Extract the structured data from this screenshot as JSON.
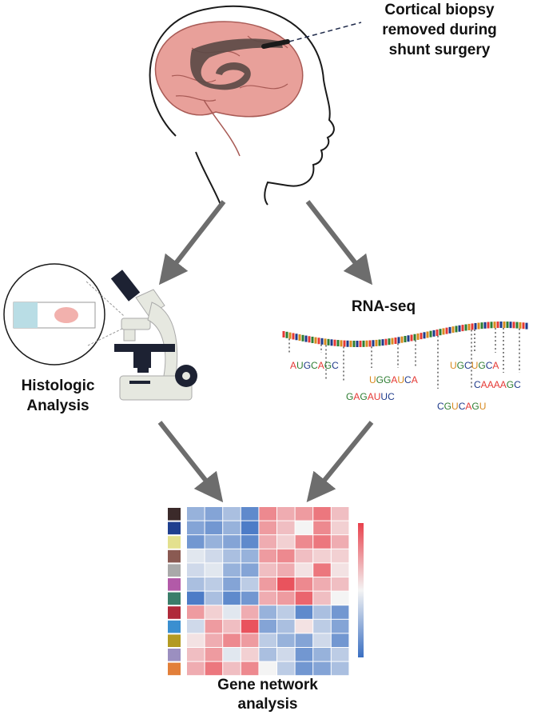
{
  "labels": {
    "biopsy": [
      "Cortical biopsy",
      "removed during",
      "shunt surgery"
    ],
    "histology": [
      "Histologic",
      "Analysis"
    ],
    "rnaseq": "RNA-seq",
    "gene_network": [
      "Gene network",
      "analysis"
    ]
  },
  "rna_fragments": [
    {
      "text": "AUGCAGC",
      "colors": [
        "#e53935",
        "#2e7d32",
        "#1e3a8a",
        "#2e7d32",
        "#e53935",
        "#2e7d32",
        "#1e3a8a"
      ]
    },
    {
      "text": "GAGAUUC",
      "colors": [
        "#2e7d32",
        "#e53935",
        "#2e7d32",
        "#e53935",
        "#e53935",
        "#1e3a8a",
        "#1e3a8a"
      ]
    },
    {
      "text": "UGGAUCA",
      "colors": [
        "#d88a1f",
        "#2e7d32",
        "#2e7d32",
        "#e53935",
        "#d88a1f",
        "#1e3a8a",
        "#e53935"
      ]
    },
    {
      "text": "CGUCAGU",
      "colors": [
        "#1e3a8a",
        "#2e7d32",
        "#d88a1f",
        "#1e3a8a",
        "#e53935",
        "#2e7d32",
        "#d88a1f"
      ]
    },
    {
      "text": "UGCUGCA",
      "colors": [
        "#d88a1f",
        "#2e7d32",
        "#1e3a8a",
        "#d88a1f",
        "#2e7d32",
        "#1e3a8a",
        "#e53935"
      ]
    },
    {
      "text": "CAAAAGC",
      "colors": [
        "#1e3a8a",
        "#e53935",
        "#e53935",
        "#e53935",
        "#e53935",
        "#2e7d32",
        "#1e3a8a"
      ]
    }
  ],
  "heatmap": {
    "row_group_colors": [
      "#3b2a2a",
      "#1f3f8f",
      "#e3e08e",
      "#8a5a52",
      "#a9a9a9",
      "#b25aa8",
      "#3b7d6a",
      "#b02a3a",
      "#3a8fd0",
      "#b39a22",
      "#9b8fc0",
      "#e27f3a"
    ],
    "values": [
      [
        -0.5,
        -0.6,
        -0.4,
        -0.8,
        0.6,
        0.4,
        0.5,
        0.7,
        0.3
      ],
      [
        -0.6,
        -0.7,
        -0.5,
        -0.9,
        0.5,
        0.3,
        0.0,
        0.6,
        0.2
      ],
      [
        -0.7,
        -0.5,
        -0.6,
        -0.8,
        0.4,
        0.2,
        0.6,
        0.7,
        0.4
      ],
      [
        -0.1,
        -0.2,
        -0.4,
        -0.5,
        0.5,
        0.6,
        0.3,
        0.2,
        0.2
      ],
      [
        -0.2,
        -0.1,
        -0.5,
        -0.6,
        0.3,
        0.4,
        0.1,
        0.7,
        0.1
      ],
      [
        -0.4,
        -0.3,
        -0.6,
        -0.3,
        0.5,
        0.9,
        0.6,
        0.4,
        0.3
      ],
      [
        -0.9,
        -0.4,
        -0.8,
        -0.7,
        0.4,
        0.5,
        0.8,
        0.3,
        0.0
      ],
      [
        0.5,
        0.2,
        -0.1,
        0.4,
        -0.5,
        -0.3,
        -0.8,
        -0.4,
        -0.7
      ],
      [
        -0.2,
        0.5,
        0.3,
        0.9,
        -0.6,
        -0.4,
        0.1,
        -0.3,
        -0.6
      ],
      [
        0.1,
        0.4,
        0.6,
        0.5,
        -0.3,
        -0.5,
        -0.6,
        -0.2,
        -0.7
      ],
      [
        0.3,
        0.5,
        -0.1,
        0.2,
        -0.4,
        -0.2,
        -0.7,
        -0.5,
        -0.3
      ],
      [
        0.4,
        0.7,
        0.3,
        0.6,
        0.0,
        -0.3,
        -0.7,
        -0.6,
        -0.4
      ]
    ],
    "colorbar": {
      "high": "#e8414c",
      "mid": "#f4f4f4",
      "low": "#3a6fc2"
    }
  },
  "colors": {
    "arrow": "#6d6d6d",
    "brain": "#e8a09a",
    "ventricle": "#5c4a47",
    "slide": "#b9dde5",
    "tissue": "#f2b1ad",
    "microscope_dark": "#1d2233",
    "microscope_body": "#e6e8e0"
  }
}
